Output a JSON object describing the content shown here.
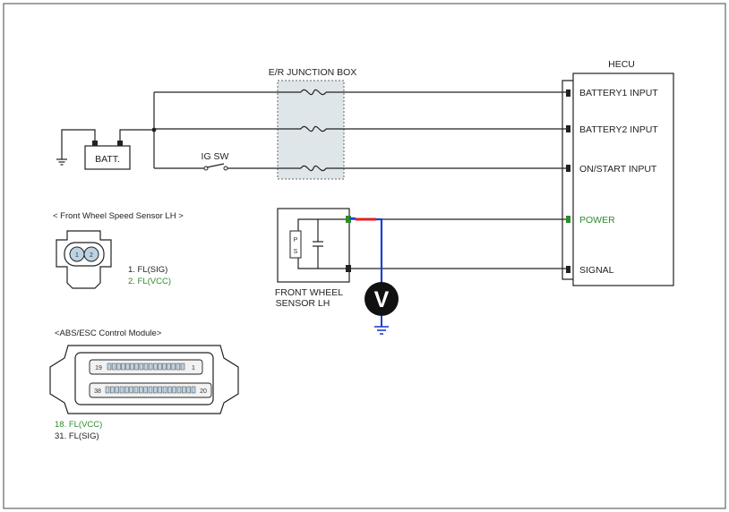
{
  "labels": {
    "junction_box": "E/R JUNCTION BOX",
    "hecu": "HECU",
    "battery": "BATT.",
    "ig_sw": "IG SW",
    "sensor_line1": "FRONT WHEEL",
    "sensor_line2": "SENSOR LH",
    "sensor_inner_p": "P",
    "sensor_inner_s": "S",
    "voltmeter": "V"
  },
  "hecu_terminals": [
    {
      "label": "BATTERY1 INPUT",
      "color": "#222222"
    },
    {
      "label": "BATTERY2 INPUT",
      "color": "#222222"
    },
    {
      "label": "ON/START INPUT",
      "color": "#222222"
    },
    {
      "label": "POWER",
      "color": "#2e8b2e"
    },
    {
      "label": "SIGNAL",
      "color": "#222222"
    }
  ],
  "connector1": {
    "title": "< Front Wheel Speed Sensor LH >",
    "pin1": "1",
    "pin2": "2",
    "legend": [
      {
        "text": "1. FL(SIG)",
        "color": "#222222"
      },
      {
        "text": "2. FL(VCC)",
        "color": "#2e8b2e"
      }
    ]
  },
  "connector2": {
    "title": "<ABS/ESC Control Module>",
    "pin_top_left": "19",
    "pin_top_right": "1",
    "pin_bottom_left": "38",
    "pin_bottom_right": "20",
    "legend": [
      {
        "text": "18. FL(VCC)",
        "color": "#2e8b2e"
      },
      {
        "text": "31. FL(SIG)",
        "color": "#222222"
      }
    ]
  },
  "colors": {
    "probe_positive": "#e02020",
    "probe_negative": "#1f3fd0",
    "green": "#2e8b2e",
    "junction_fill": "#dfe6ea",
    "connector_fill": "#bcd3e3"
  }
}
